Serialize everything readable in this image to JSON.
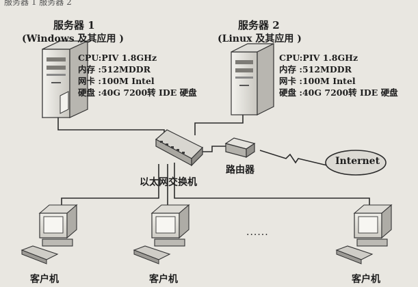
{
  "header_fragment": "服务器 1 服务器 2",
  "server1": {
    "title": "服务器 1",
    "subtitle": "(Windows 及其应用 )",
    "specs": [
      "CPU:PIV 1.8GHz",
      "内存 :512MDDR",
      "网卡 :100M Intel",
      "硬盘 :40G 7200转 IDE 硬盘"
    ]
  },
  "server2": {
    "title": "服务器 2",
    "subtitle": "(Linux 及其应用 )",
    "specs": [
      "CPU:PIV 1.8GHz",
      "内存 :512MDDR",
      "网卡 :100M Intel",
      "硬盘 :40G 7200转 IDE 硬盘"
    ]
  },
  "switch_label": "以太网交换机",
  "router_label": "路由器",
  "internet_label": "Internet",
  "ellipsis": "······",
  "clients": [
    {
      "label": "客户机"
    },
    {
      "label": "客户机"
    },
    {
      "label": "客户机"
    }
  ]
}
